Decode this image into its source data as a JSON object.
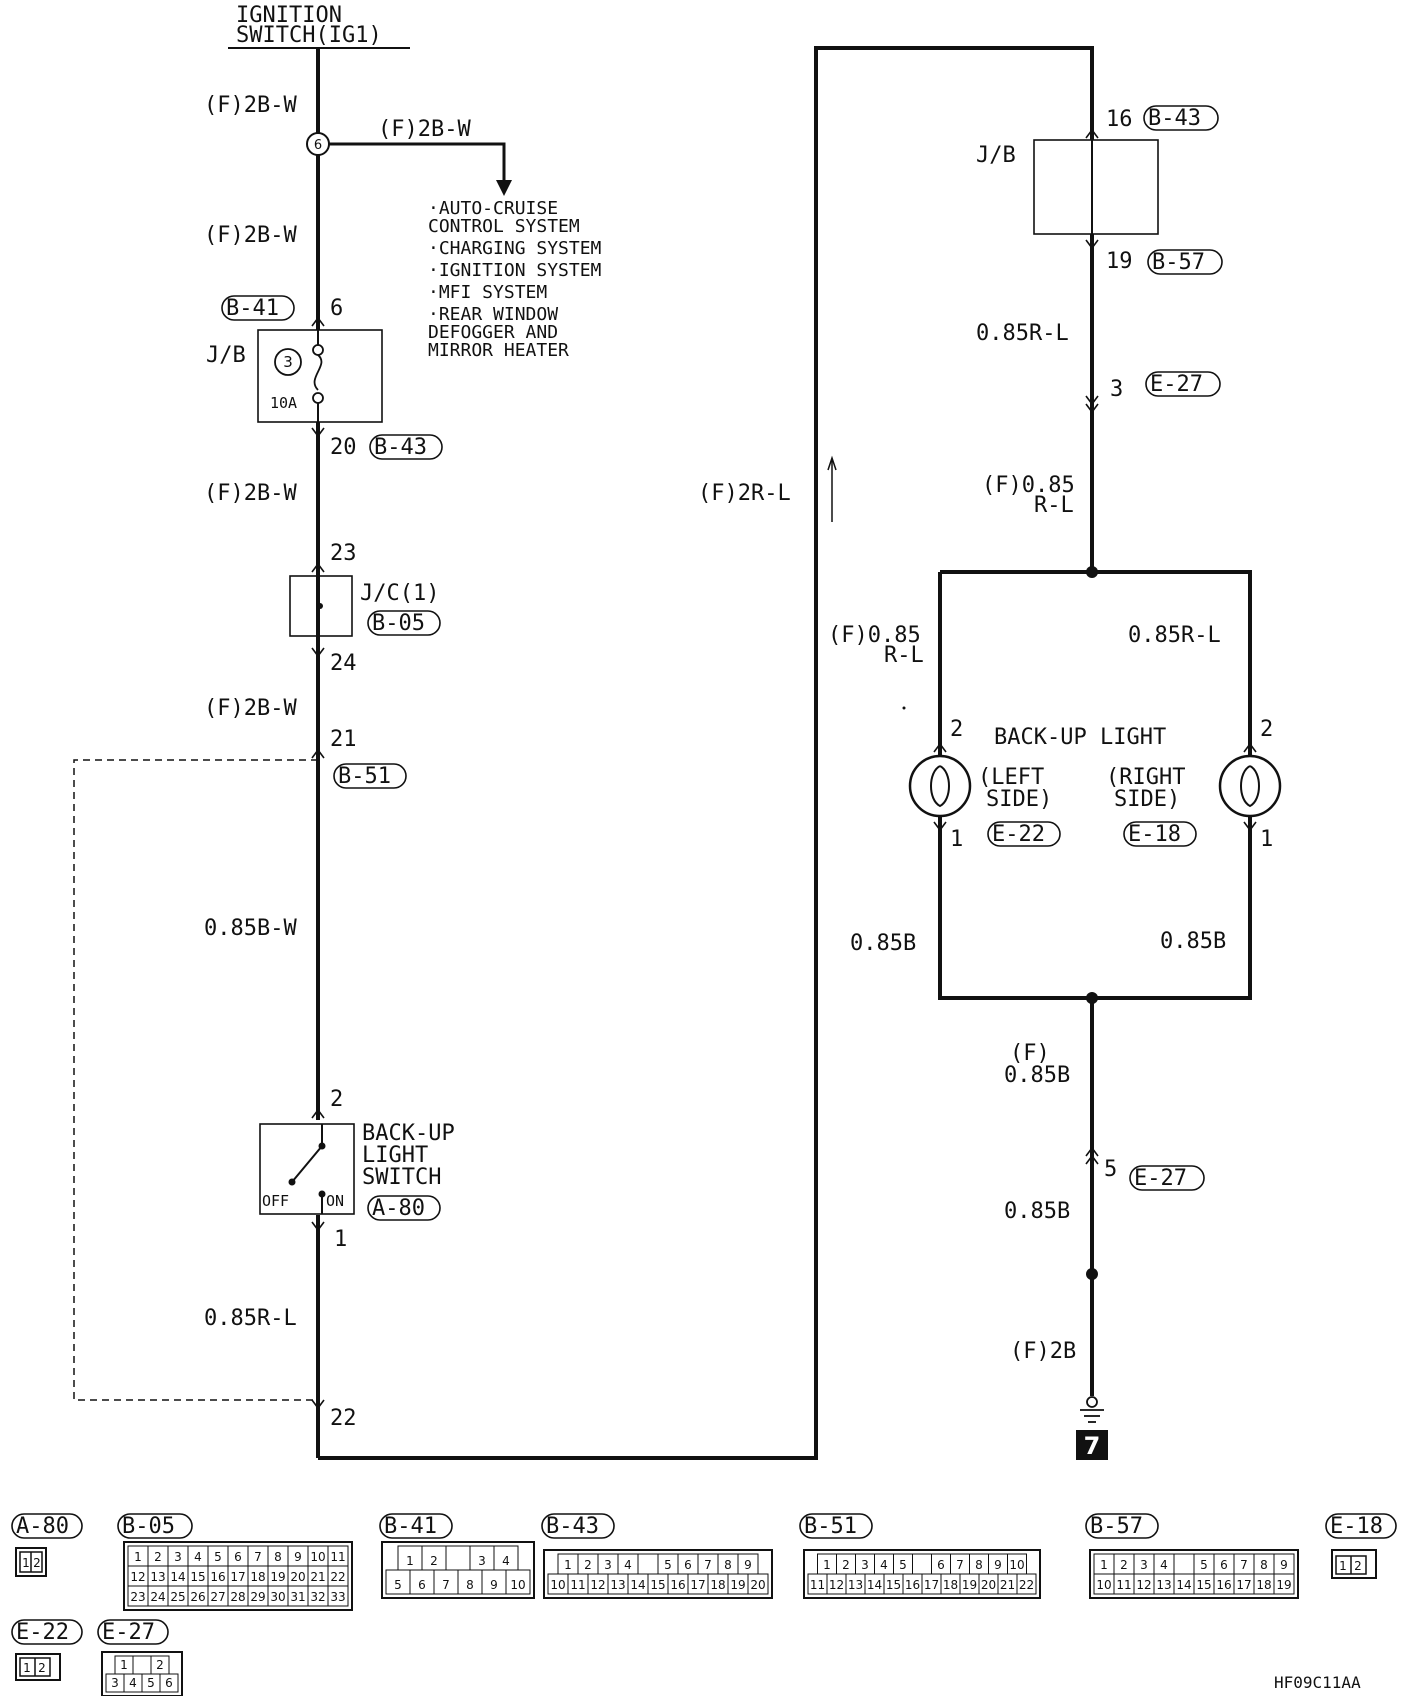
{
  "ignition_switch": [
    "IGNITION",
    "SWITCH(IG1)"
  ],
  "wires": {
    "w_2bw_top": "(F)2B-W",
    "w_2bw_branch": "(F)2B-W",
    "w_2bw_2": "(F)2B-W",
    "w_2bw_3": "(F)2B-W",
    "w_2bw_4": "(F)2B-W",
    "w_085bw": "0.85B-W",
    "w_085rl_left": "0.85R-L",
    "w_2rl_return": "(F)2R-L",
    "w_085rl_jb_out": "0.85R-L",
    "w_f085_rl_a": "(F)0.85",
    "w_f085_rl_b": "R-L",
    "w_left_f085_a": "(F)0.85",
    "w_left_f085_b": "R-L",
    "w_right_085rl": "0.85R-L",
    "w_left_085b": "0.85B",
    "w_right_085b": "0.85B",
    "w_f_085b_a": "(F)",
    "w_f_085b_b": "0.85B",
    "w_085b_lower": "0.85B",
    "w_f2b": "(F)2B"
  },
  "branch_systems": [
    "·AUTO-CRUISE",
    " CONTROL SYSTEM",
    "·CHARGING SYSTEM",
    "·IGNITION SYSTEM",
    "·MFI SYSTEM",
    "·REAR WINDOW",
    " DEFOGGER AND",
    " MIRROR HEATER"
  ],
  "splice_6": "6",
  "jb_left": {
    "label": "J/B",
    "fuse_no": "3",
    "fuse_amp": "10A",
    "in_pin": "6",
    "in_conn": "B-41",
    "out_pin": "20",
    "out_conn": "B-43"
  },
  "jc": {
    "label": "J/C(1)",
    "conn": "B-05",
    "in_pin": "23",
    "out_pin": "24"
  },
  "b51": {
    "pin_in": "21",
    "conn": "B-51",
    "pin_out": "22"
  },
  "backup_switch": {
    "label": [
      "BACK-UP",
      "LIGHT",
      "SWITCH"
    ],
    "off": "OFF",
    "on": "ON",
    "conn": "A-80",
    "pin_top": "2",
    "pin_bottom": "1"
  },
  "jb_right": {
    "label": "J/B",
    "in_pin": "16",
    "in_conn": "B-43",
    "out_pin": "19",
    "out_conn": "B-57"
  },
  "e27_top": {
    "pin": "3",
    "conn": "E-27"
  },
  "e27_bottom": {
    "pin": "5",
    "conn": "E-27"
  },
  "lights": {
    "title": "BACK-UP LIGHT",
    "left": {
      "side": [
        "(LEFT",
        "SIDE)"
      ],
      "conn": "E-22",
      "pin_top": "2",
      "pin_bottom": "1"
    },
    "right": {
      "side": [
        "(RIGHT",
        "SIDE)"
      ],
      "conn": "E-18",
      "pin_top": "2",
      "pin_bottom": "1"
    }
  },
  "ground_no": "7",
  "connectors": {
    "a80": {
      "name": "A-80",
      "cells": [
        "1",
        "2"
      ]
    },
    "b05": {
      "name": "B-05",
      "rows": [
        [
          "1",
          "2",
          "3",
          "4",
          "5",
          "6",
          "7",
          "8",
          "9",
          "10",
          "11"
        ],
        [
          "12",
          "13",
          "14",
          "15",
          "16",
          "17",
          "18",
          "19",
          "20",
          "21",
          "22"
        ],
        [
          "23",
          "24",
          "25",
          "26",
          "27",
          "28",
          "29",
          "30",
          "31",
          "32",
          "33"
        ]
      ]
    },
    "b41": {
      "name": "B-41",
      "rows": [
        [
          "1",
          "2",
          "",
          "3",
          "4"
        ],
        [
          "5",
          "6",
          "7",
          "8",
          "9",
          "10"
        ]
      ]
    },
    "b43": {
      "name": "B-43",
      "rows": [
        [
          "1",
          "2",
          "3",
          "4",
          "",
          "5",
          "6",
          "7",
          "8",
          "9"
        ],
        [
          "10",
          "11",
          "12",
          "13",
          "14",
          "15",
          "16",
          "17",
          "18",
          "19",
          "20"
        ]
      ]
    },
    "b51": {
      "name": "B-51",
      "rows": [
        [
          "1",
          "2",
          "3",
          "4",
          "5",
          "",
          "6",
          "7",
          "8",
          "9",
          "10"
        ],
        [
          "11",
          "12",
          "13",
          "14",
          "15",
          "16",
          "17",
          "18",
          "19",
          "20",
          "21",
          "22"
        ]
      ]
    },
    "b57": {
      "name": "B-57",
      "rows": [
        [
          "1",
          "2",
          "3",
          "4",
          "",
          "5",
          "6",
          "7",
          "8",
          "9"
        ],
        [
          "10",
          "11",
          "12",
          "13",
          "14",
          "15",
          "16",
          "17",
          "18",
          "19"
        ]
      ]
    },
    "e18": {
      "name": "E-18",
      "cells": [
        "1",
        "2"
      ]
    },
    "e22": {
      "name": "E-22",
      "cells": [
        "1",
        "2"
      ]
    },
    "e27": {
      "name": "E-27",
      "rows": [
        [
          "1",
          "",
          "2"
        ],
        [
          "3",
          "4",
          "5",
          "6"
        ]
      ]
    }
  },
  "figure_code": "HF09C11AA"
}
